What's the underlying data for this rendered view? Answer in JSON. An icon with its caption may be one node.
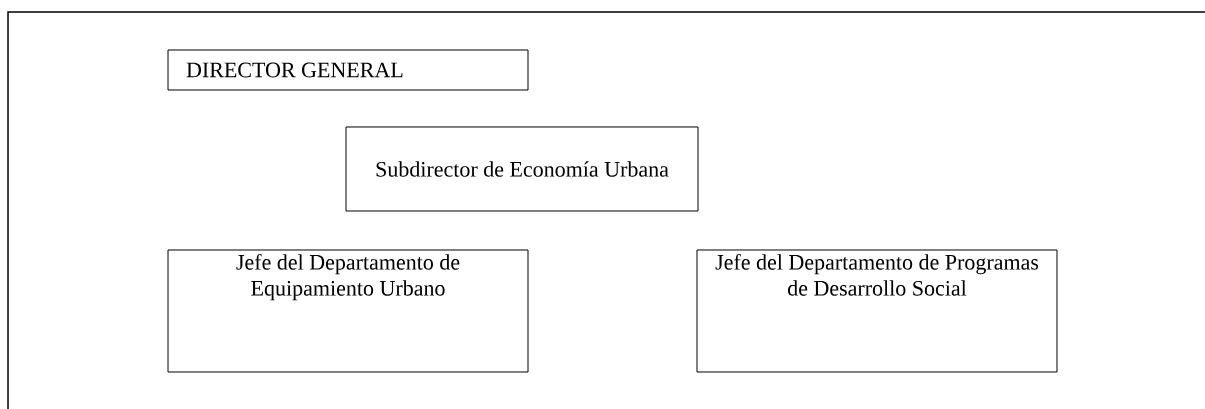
{
  "diagram": {
    "nodes": [
      {
        "text": [
          "DIRECTOR GENERAL"
        ]
      },
      {
        "text": [
          "Subdirector de Economía Urbana"
        ]
      },
      {
        "text": [
          "Jefe del Departamento de Equipamiento Urbano"
        ]
      },
      {
        "text": [
          "Jefe del Departamento de Programas de Desarrollo Social"
        ]
      }
    ]
  }
}
